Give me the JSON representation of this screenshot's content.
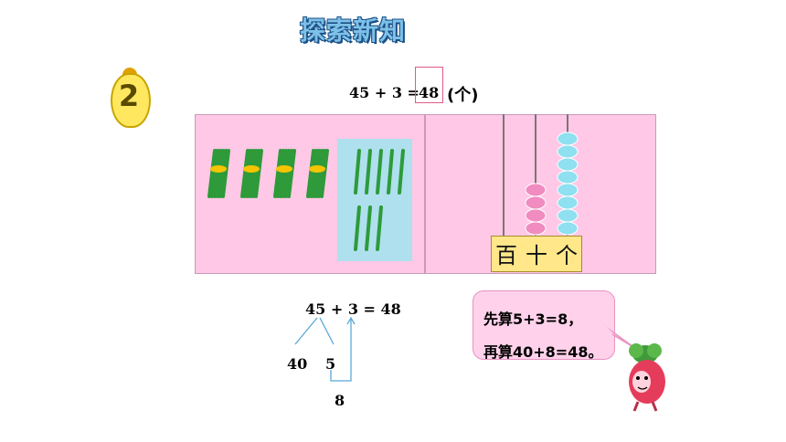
{
  "title": "探索新知",
  "badge": "2",
  "equation": {
    "left": "45 + 3 =",
    "answer": "48",
    "unit": "(个)"
  },
  "abacus": {
    "places": [
      "百",
      "十",
      "个"
    ],
    "tens_beads": 4,
    "ones_beads": 8
  },
  "counting": {
    "bundles_of_ten": 4,
    "single_sticks": 8
  },
  "work": {
    "equation": "45 + 3 = 48",
    "split_tens": "40",
    "split_ones": "5",
    "partial_sum": "8"
  },
  "bubble": {
    "line1": "先算5+3=8，",
    "line2": "再算40+8=48。"
  },
  "colors": {
    "panel": "#ffc8e6",
    "bead_pink": "#f08cc0",
    "bead_blue": "#8fe0f0",
    "stick_green": "#2e9a3a"
  }
}
